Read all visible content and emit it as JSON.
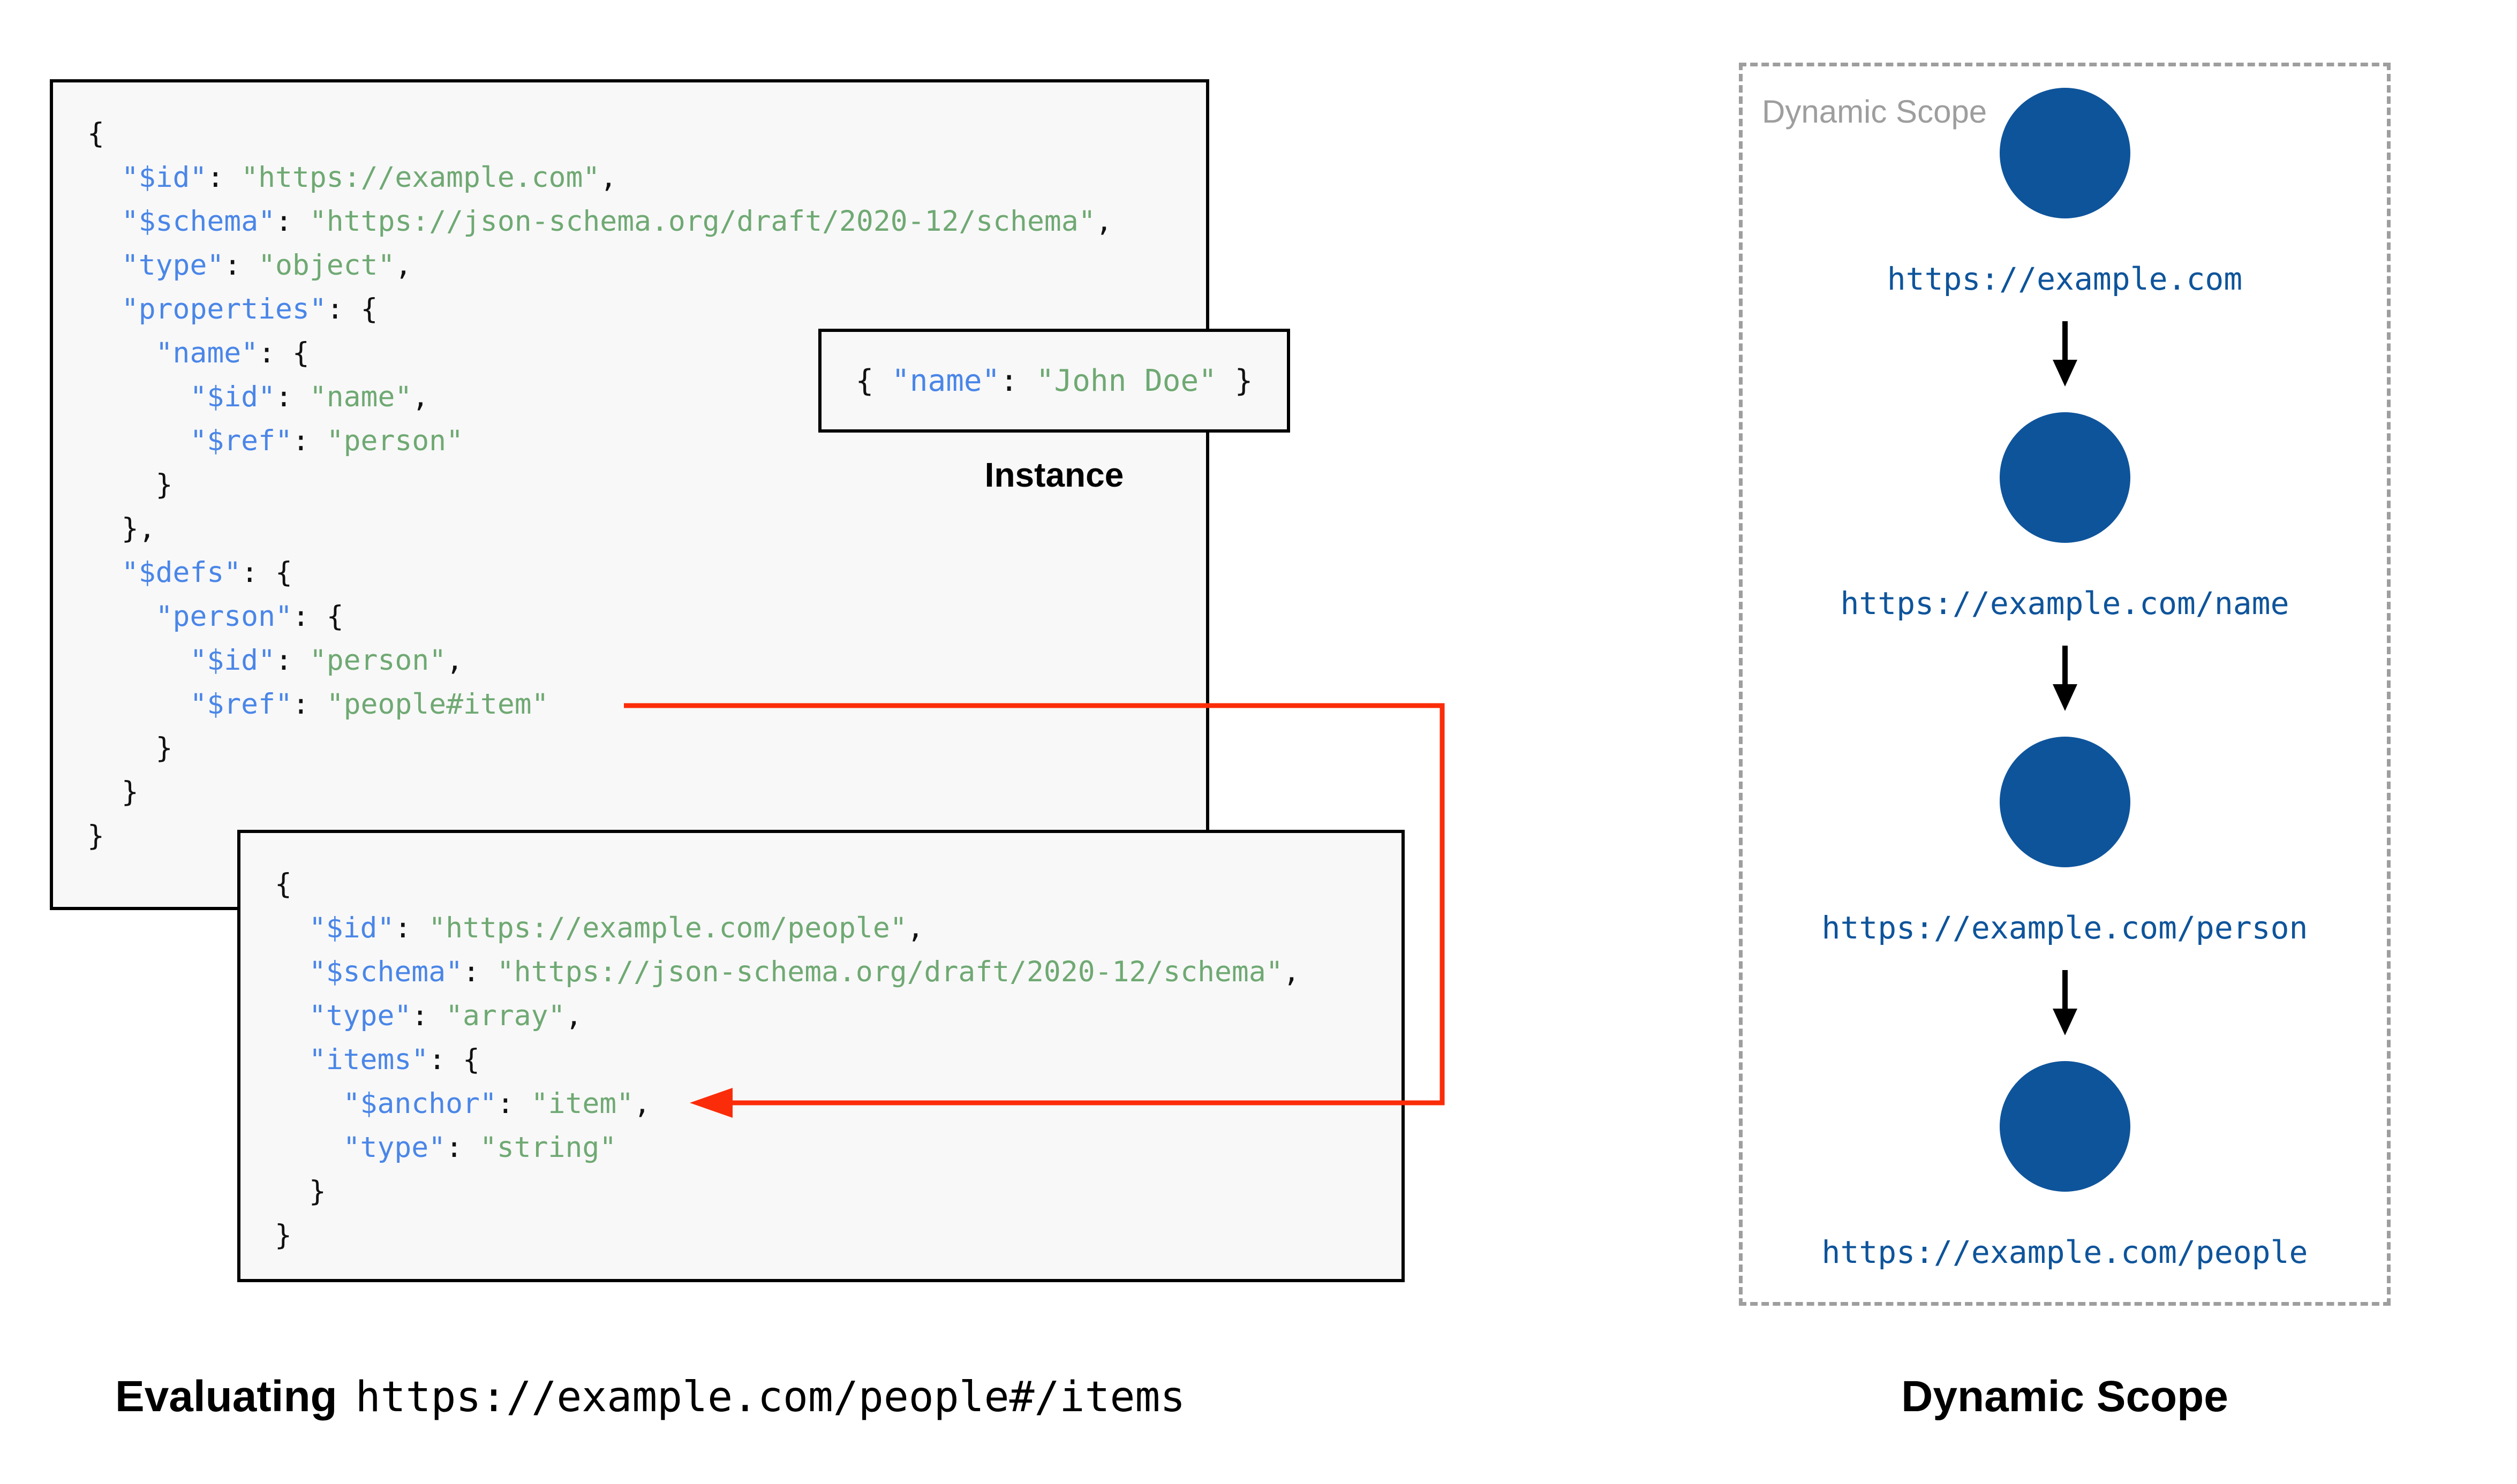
{
  "palette": {
    "key_color": "#4a86e8",
    "string_color": "#6fa973",
    "punct_color": "#111111",
    "node_color": "#0e549b",
    "url_color": "#0e549b",
    "red_color": "#fb2c09",
    "box_bg": "#f8f8f8",
    "box_border": "#000000",
    "dash_border": "#9e9e9e",
    "scope_label_color": "#9e9e9e"
  },
  "schema1": {
    "lines": [
      [
        {
          "t": "{",
          "c": "p"
        }
      ],
      [
        {
          "t": "  ",
          "c": "p"
        },
        {
          "t": "\"$id\"",
          "c": "k"
        },
        {
          "t": ": ",
          "c": "p"
        },
        {
          "t": "\"https://example.com\"",
          "c": "s"
        },
        {
          "t": ",",
          "c": "p"
        }
      ],
      [
        {
          "t": "  ",
          "c": "p"
        },
        {
          "t": "\"$schema\"",
          "c": "k"
        },
        {
          "t": ": ",
          "c": "p"
        },
        {
          "t": "\"https://json-schema.org/draft/2020-12/schema\"",
          "c": "s"
        },
        {
          "t": ",",
          "c": "p"
        }
      ],
      [
        {
          "t": "  ",
          "c": "p"
        },
        {
          "t": "\"type\"",
          "c": "k"
        },
        {
          "t": ": ",
          "c": "p"
        },
        {
          "t": "\"object\"",
          "c": "s"
        },
        {
          "t": ",",
          "c": "p"
        }
      ],
      [
        {
          "t": "  ",
          "c": "p"
        },
        {
          "t": "\"properties\"",
          "c": "k"
        },
        {
          "t": ": {",
          "c": "p"
        }
      ],
      [
        {
          "t": "    ",
          "c": "p"
        },
        {
          "t": "\"name\"",
          "c": "k"
        },
        {
          "t": ": {",
          "c": "p"
        }
      ],
      [
        {
          "t": "      ",
          "c": "p"
        },
        {
          "t": "\"$id\"",
          "c": "k"
        },
        {
          "t": ": ",
          "c": "p"
        },
        {
          "t": "\"name\"",
          "c": "s"
        },
        {
          "t": ",",
          "c": "p"
        }
      ],
      [
        {
          "t": "      ",
          "c": "p"
        },
        {
          "t": "\"$ref\"",
          "c": "k"
        },
        {
          "t": ": ",
          "c": "p"
        },
        {
          "t": "\"person\"",
          "c": "s"
        }
      ],
      [
        {
          "t": "    }",
          "c": "p"
        }
      ],
      [
        {
          "t": "  },",
          "c": "p"
        }
      ],
      [
        {
          "t": "  ",
          "c": "p"
        },
        {
          "t": "\"$defs\"",
          "c": "k"
        },
        {
          "t": ": {",
          "c": "p"
        }
      ],
      [
        {
          "t": "    ",
          "c": "p"
        },
        {
          "t": "\"person\"",
          "c": "k"
        },
        {
          "t": ": {",
          "c": "p"
        }
      ],
      [
        {
          "t": "      ",
          "c": "p"
        },
        {
          "t": "\"$id\"",
          "c": "k"
        },
        {
          "t": ": ",
          "c": "p"
        },
        {
          "t": "\"person\"",
          "c": "s"
        },
        {
          "t": ",",
          "c": "p"
        }
      ],
      [
        {
          "t": "      ",
          "c": "p"
        },
        {
          "t": "\"$ref\"",
          "c": "k"
        },
        {
          "t": ": ",
          "c": "p"
        },
        {
          "t": "\"people#item\"",
          "c": "s"
        }
      ],
      [
        {
          "t": "    }",
          "c": "p"
        }
      ],
      [
        {
          "t": "  }",
          "c": "p"
        }
      ],
      [
        {
          "t": "}",
          "c": "p"
        }
      ]
    ]
  },
  "instance": {
    "lines": [
      [
        {
          "t": "{ ",
          "c": "p"
        },
        {
          "t": "\"name\"",
          "c": "k"
        },
        {
          "t": ": ",
          "c": "p"
        },
        {
          "t": "\"John Doe\"",
          "c": "s"
        },
        {
          "t": " }",
          "c": "p"
        }
      ]
    ],
    "label": "Instance"
  },
  "schema2": {
    "lines": [
      [
        {
          "t": "{",
          "c": "p"
        }
      ],
      [
        {
          "t": "  ",
          "c": "p"
        },
        {
          "t": "\"$id\"",
          "c": "k"
        },
        {
          "t": ": ",
          "c": "p"
        },
        {
          "t": "\"https://example.com/people\"",
          "c": "s"
        },
        {
          "t": ",",
          "c": "p"
        }
      ],
      [
        {
          "t": "  ",
          "c": "p"
        },
        {
          "t": "\"$schema\"",
          "c": "k"
        },
        {
          "t": ": ",
          "c": "p"
        },
        {
          "t": "\"https://json-schema.org/draft/2020-12/schema\"",
          "c": "s"
        },
        {
          "t": ",",
          "c": "p"
        }
      ],
      [
        {
          "t": "  ",
          "c": "p"
        },
        {
          "t": "\"type\"",
          "c": "k"
        },
        {
          "t": ": ",
          "c": "p"
        },
        {
          "t": "\"array\"",
          "c": "s"
        },
        {
          "t": ",",
          "c": "p"
        }
      ],
      [
        {
          "t": "  ",
          "c": "p"
        },
        {
          "t": "\"items\"",
          "c": "k"
        },
        {
          "t": ": {",
          "c": "p"
        }
      ],
      [
        {
          "t": "    ",
          "c": "p"
        },
        {
          "t": "\"$anchor\"",
          "c": "k"
        },
        {
          "t": ": ",
          "c": "p"
        },
        {
          "t": "\"item\"",
          "c": "s"
        },
        {
          "t": ",",
          "c": "p"
        }
      ],
      [
        {
          "t": "    ",
          "c": "p"
        },
        {
          "t": "\"type\"",
          "c": "k"
        },
        {
          "t": ": ",
          "c": "p"
        },
        {
          "t": "\"string\"",
          "c": "s"
        }
      ],
      [
        {
          "t": "  }",
          "c": "p"
        }
      ],
      [
        {
          "t": "}",
          "c": "p"
        }
      ]
    ]
  },
  "dynamic_scope_panel": {
    "label": "Dynamic Scope",
    "nodes": [
      {
        "url": "https://example.com"
      },
      {
        "url": "https://example.com/name"
      },
      {
        "url": "https://example.com/person"
      },
      {
        "url": "https://example.com/people"
      }
    ]
  },
  "captions": {
    "evaluating_prefix": "Evaluating",
    "evaluating_uri": "https://example.com/people#/items",
    "scope_caption": "Dynamic Scope"
  }
}
